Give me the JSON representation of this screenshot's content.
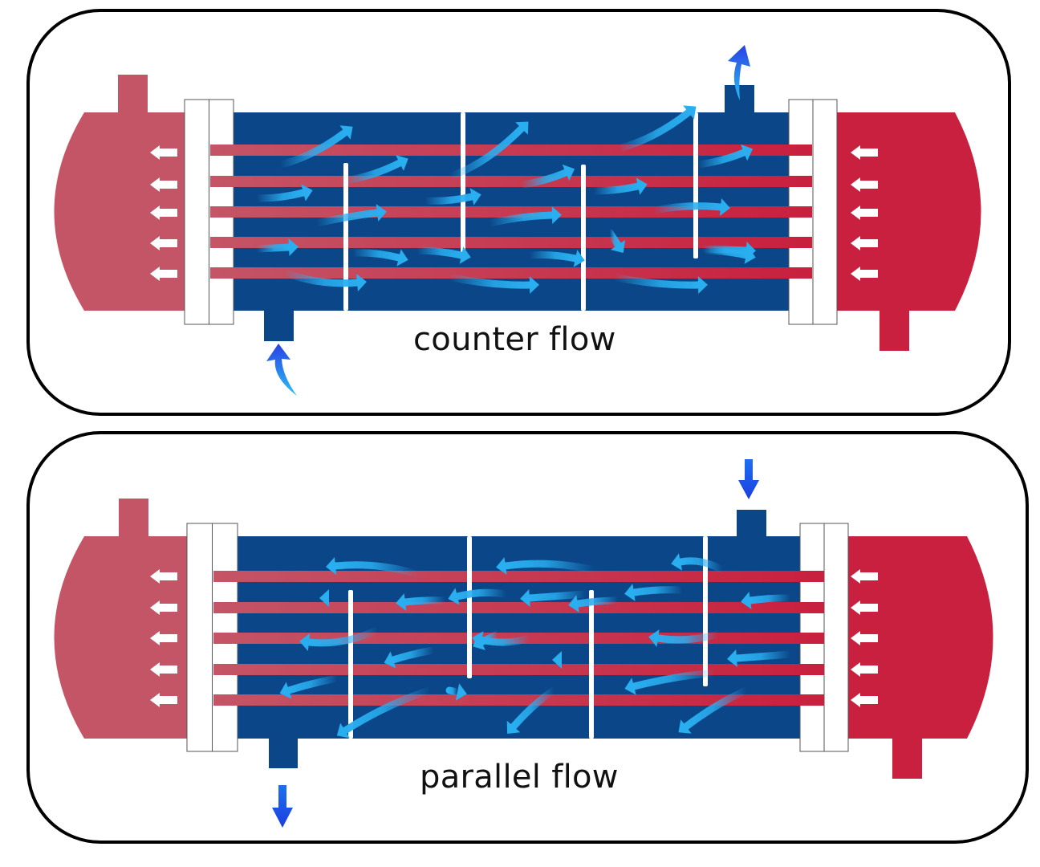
{
  "panels": [
    {
      "id": "counter",
      "caption": "counter flow",
      "tube_side_fluid": "hot",
      "tube_flow_direction": "right-to-left",
      "shell_side_fluid": "cold",
      "shell_flow_direction": "left-to-right",
      "shell_inlet": "bottom-left nozzle",
      "shell_outlet": "top-right nozzle",
      "tube_count": 5,
      "baffle_count": 4
    },
    {
      "id": "parallel",
      "caption": "parallel flow",
      "tube_side_fluid": "hot",
      "tube_flow_direction": "right-to-left",
      "shell_side_fluid": "cold",
      "shell_flow_direction": "right-to-left",
      "shell_inlet": "top-right nozzle",
      "shell_outlet": "bottom-left nozzle",
      "tube_count": 5,
      "baffle_count": 4
    }
  ],
  "colors": {
    "frame": "#000000",
    "shell": "#0b4788",
    "tube_cool_end": "#c45566",
    "tube_hot_end": "#c8203e",
    "head_cool": "#c45566",
    "head_hot": "#c8203e",
    "shell_arrow": "#29aef0",
    "nozzle_arrow": "#1a4fe0",
    "tube_sheet": "#ffffff"
  }
}
